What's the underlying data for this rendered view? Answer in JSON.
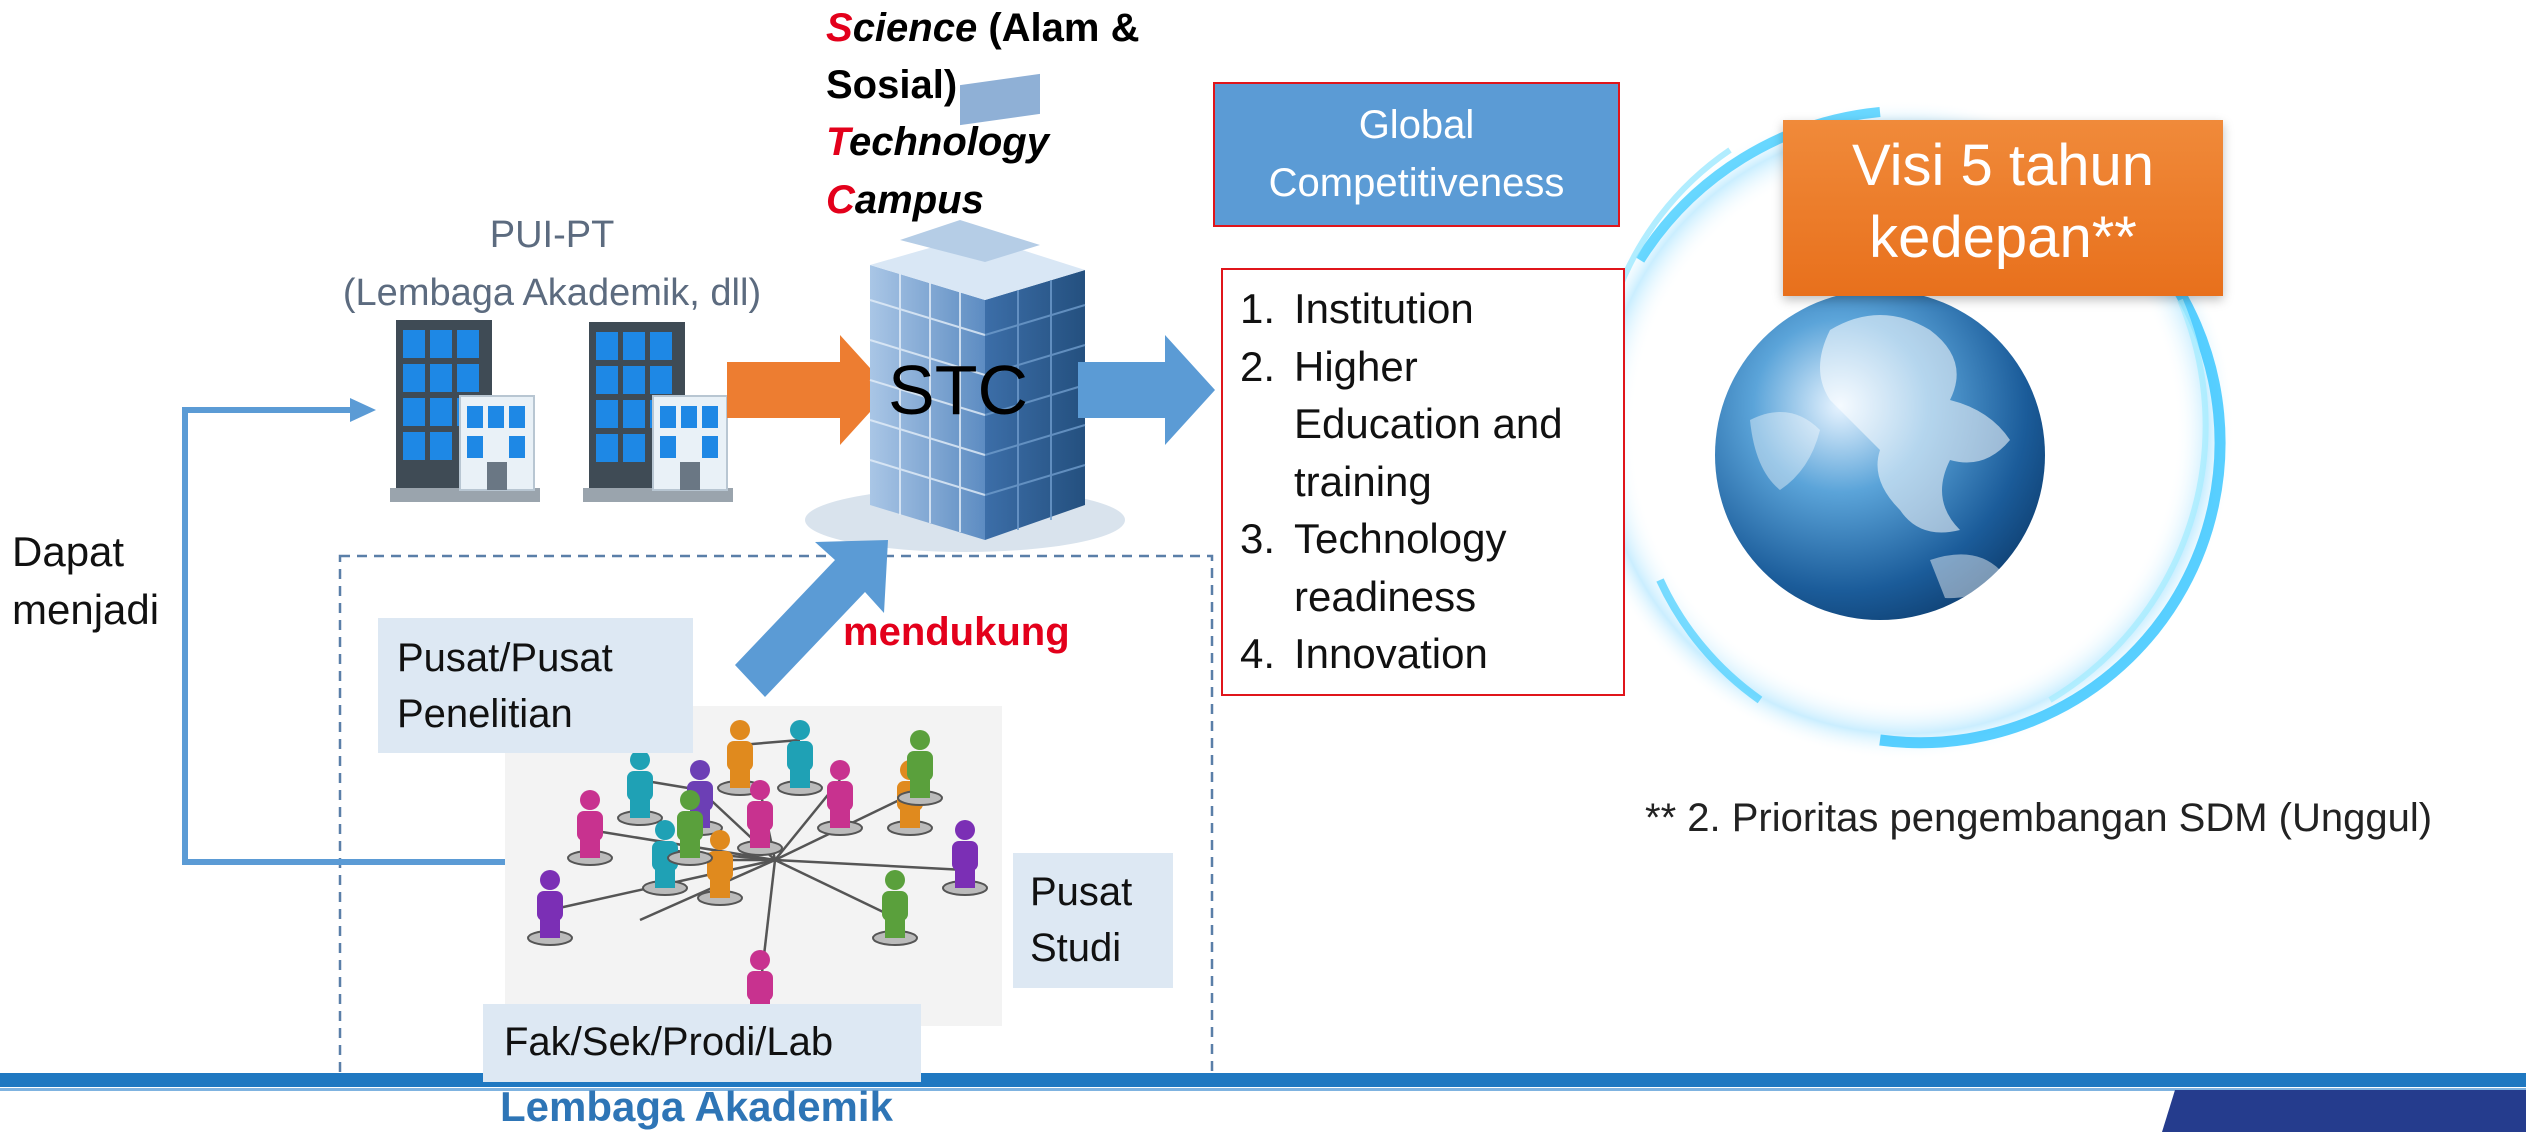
{
  "stc_label": {
    "science_cap": "S",
    "science_rest": "cience",
    "science_suffix": " (Alam &",
    "sosial": "Sosial)",
    "technology_cap": "T",
    "technology_rest": "echnology",
    "campus_cap": "C",
    "campus_rest": "ampus"
  },
  "pui_pt": {
    "line1": "PUI-PT",
    "line2": "(Lembaga Akademik, dll)"
  },
  "stc_center": "STC",
  "global_box": {
    "line1": "Global",
    "line2": "Competitiveness"
  },
  "pillars": [
    {
      "num": "1.",
      "lines": [
        "Institution"
      ]
    },
    {
      "num": "2.",
      "lines": [
        "Higher",
        "Education and",
        "training"
      ]
    },
    {
      "num": "3.",
      "lines": [
        "Technology",
        "readiness"
      ]
    },
    {
      "num": "4.",
      "lines": [
        "Innovation"
      ]
    }
  ],
  "visi": {
    "line1": "Visi 5 tahun",
    "line2": "kedepan**"
  },
  "footnote": "** 2. Prioritas pengembangan SDM (Unggul)",
  "dapat": {
    "line1": "Dapat",
    "line2": "menjadi"
  },
  "mendukung": "mendukung",
  "pusat_penelitian": {
    "line1": "Pusat/Pusat",
    "line2": "Penelitian"
  },
  "pusat_studi": {
    "line1": "Pusat",
    "line2": "Studi"
  },
  "fak": "Fak/Sek/Prodi/Lab",
  "lembaga": "Lembaga Akademik",
  "colors": {
    "accent_red": "#e3001b",
    "box_blue": "#5b9bd5",
    "arrow_orange": "#ed7d31",
    "title_blue": "#2e75b6",
    "visi_orange": "#e8701c",
    "footer_blue": "#1f78c1",
    "footer_navy": "#253c8d"
  },
  "icons": [
    "office-building-icon",
    "skyscraper-icon",
    "globe-icon",
    "people-network-icon"
  ]
}
